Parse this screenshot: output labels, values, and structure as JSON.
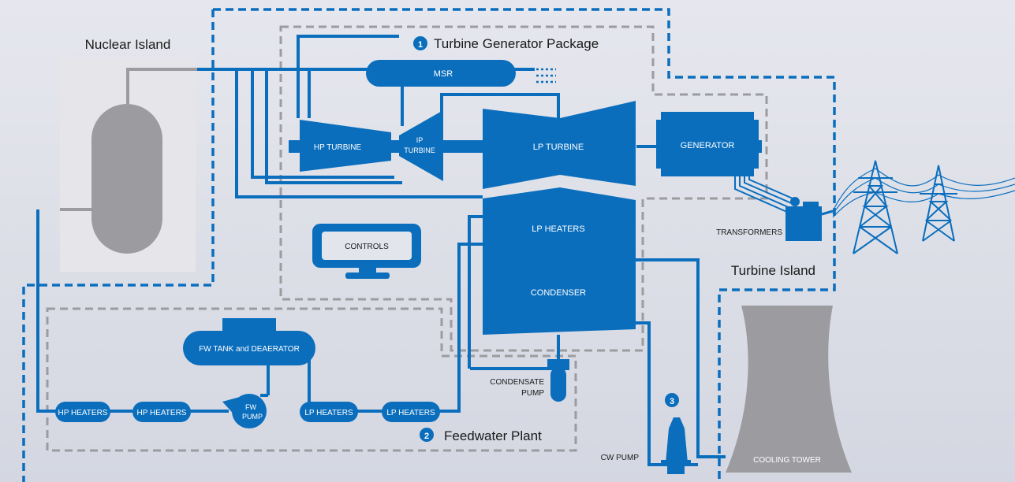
{
  "colors": {
    "blue": "#0a6ebd",
    "grey": "#9c9ca0",
    "light_panel": "#e6e6ea",
    "background": "#dcdee6"
  },
  "regions": {
    "nuclear_island": "Nuclear Island",
    "turbine_island": "Turbine Island",
    "turbine_generator_package": "Turbine Generator Package",
    "feedwater_plant": "Feedwater Plant"
  },
  "callouts": {
    "one": "1",
    "two": "2",
    "three": "3"
  },
  "components": {
    "msr": "MSR",
    "hp_turbine": "HP TURBINE",
    "ip_turbine_line1": "IP",
    "ip_turbine_line2": "TURBINE",
    "lp_turbine": "LP TURBINE",
    "generator": "GENERATOR",
    "lp_heaters_top": "LP HEATERS",
    "condenser": "CONDENSER",
    "controls": "CONTROLS",
    "transformers": "TRANSFORMERS",
    "fw_tank": "FW TANK and DEAERATOR",
    "hp_heaters_1": "HP HEATERS",
    "hp_heaters_2": "HP HEATERS",
    "fw_pump_line1": "FW",
    "fw_pump_line2": "PUMP",
    "lp_heaters_1": "LP HEATERS",
    "lp_heaters_2": "LP HEATERS",
    "condensate_pump_line1": "CONDENSATE",
    "condensate_pump_line2": "PUMP",
    "cw_pump": "CW PUMP",
    "cooling_tower": "COOLING TOWER"
  },
  "icons": [
    "pylon-icon",
    "monitor-icon",
    "transformer-icon",
    "pump-icon",
    "cooling-tower-icon"
  ]
}
